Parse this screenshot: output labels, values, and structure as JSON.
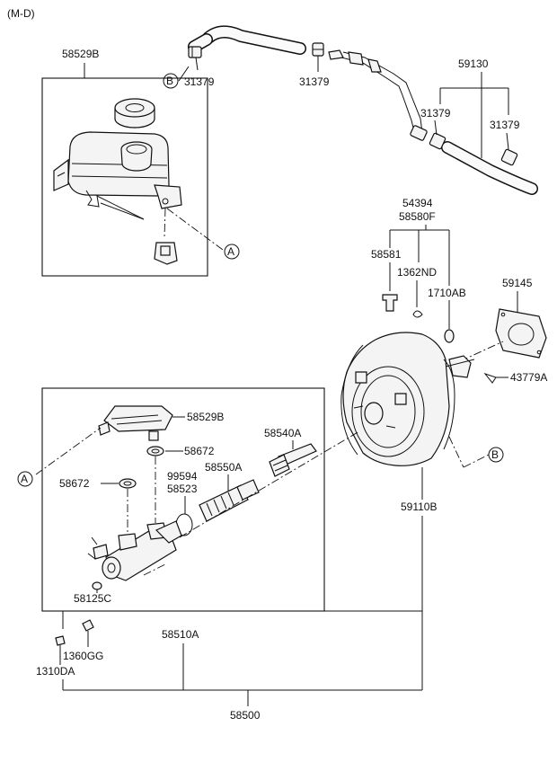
{
  "header": {
    "variant": "(M-D)"
  },
  "callouts": {
    "ref_a": "A",
    "ref_b": "B"
  },
  "labels": {
    "p58529B_top": "58529B",
    "p31379_a": "31379",
    "p31379_b": "31379",
    "p59130": "59130",
    "p31379_c": "31379",
    "p31379_d": "31379",
    "p54394": "54394",
    "p58580F": "58580F",
    "p58581": "58581",
    "p1362ND": "1362ND",
    "p1710AB": "1710AB",
    "p59145": "59145",
    "p43779A": "43779A",
    "p58529B_mid": "58529B",
    "p58672_a": "58672",
    "p58540A": "58540A",
    "p58672_b": "58672",
    "p99594": "99594",
    "p58550A": "58550A",
    "p58523": "58523",
    "p59110B": "59110B",
    "p58125C": "58125C",
    "p58510A": "58510A",
    "p1360GG": "1360GG",
    "p1310DA": "1310DA",
    "p58500": "58500"
  }
}
